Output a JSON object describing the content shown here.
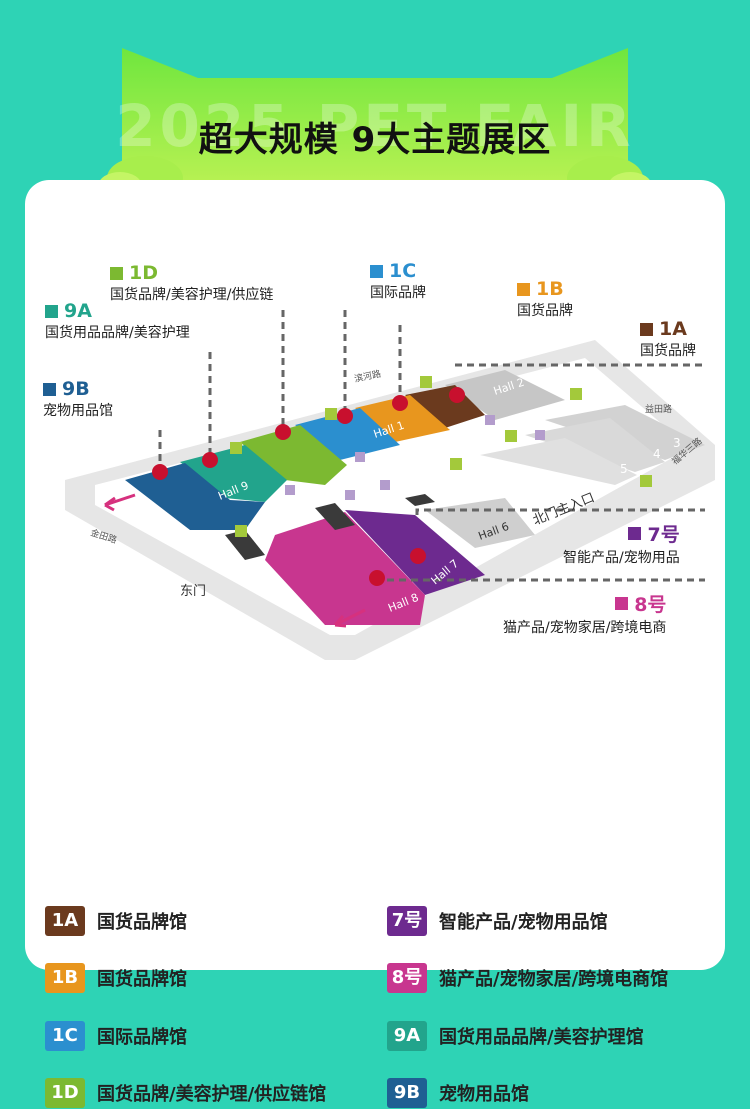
{
  "header": {
    "watermark": "2025 PET FAIR",
    "title": "超大规模  9大主题展区"
  },
  "colors": {
    "background": "#2ed3b5",
    "banner": "#86ec42",
    "1A": "#6b3a1e",
    "1B": "#e8961e",
    "1C": "#2b8fcf",
    "1D": "#7cb931",
    "7": "#6d2a8f",
    "8": "#c8368f",
    "9A": "#22a48c",
    "9B": "#1f5f93"
  },
  "callouts": {
    "c1D": {
      "code": "1D",
      "desc": "国货品牌/美容护理/供应链"
    },
    "c1C": {
      "code": "1C",
      "desc": "国际品牌"
    },
    "c1B": {
      "code": "1B",
      "desc": "国货品牌"
    },
    "c9A": {
      "code": "9A",
      "desc": "国货用品品牌/美容护理"
    },
    "c1A": {
      "code": "1A",
      "desc": "国货品牌"
    },
    "c9B": {
      "code": "9B",
      "desc": "宠物用品馆"
    },
    "c7": {
      "code": "7号",
      "desc": "智能产品/宠物用品"
    },
    "c8": {
      "code": "8号",
      "desc": "猫产品/宠物家居/跨境电商"
    }
  },
  "map_labels": {
    "hall2": "Hall 2",
    "hall1": "Hall 1",
    "hall9": "Hall 9",
    "hall6": "Hall 6",
    "hall7": "Hall 7",
    "hall8": "Hall 8",
    "n3": "3",
    "n4": "4",
    "n5": "5",
    "road_binhe": "滨河路",
    "road_yitian": "益田路",
    "road_fuhua": "福华三路",
    "road_jintian": "金田路",
    "north_gate": "北门主入口",
    "east_gate": "东门"
  },
  "legend": [
    {
      "badge": "1A",
      "text": "国货品牌馆"
    },
    {
      "badge": "1B",
      "text": "国货品牌馆"
    },
    {
      "badge": "1C",
      "text": "国际品牌馆"
    },
    {
      "badge": "1D",
      "text": "国货品牌/美容护理/供应链馆"
    },
    {
      "badge": "7号",
      "text": "智能产品/宠物用品馆"
    },
    {
      "badge": "8号",
      "text": "猫产品/宠物家居/跨境电商馆"
    },
    {
      "badge": "9A",
      "text": "国货用品品牌/美容护理馆"
    },
    {
      "badge": "9B",
      "text": "宠物用品馆"
    }
  ]
}
